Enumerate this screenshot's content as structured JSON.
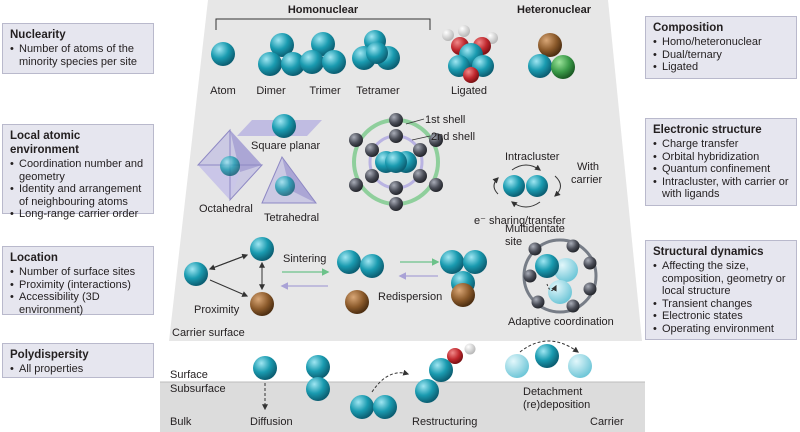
{
  "colors": {
    "atom": "#1a9bb0",
    "atom_light": "#7fd0df",
    "oxygen": "#c0272d",
    "hydrogen": "#d9d9d9",
    "support_brown": "#8b5a2b",
    "dopant_green": "#3a9a48",
    "shell_dark": "#4a4d57",
    "panel_gray": "#e7e7e7",
    "box_fill": "#e6e6ef"
  },
  "left_boxes": [
    {
      "title": "Nuclearity",
      "items": [
        "Number of atoms of the minority species per site"
      ]
    },
    {
      "title": "Local atomic environment",
      "items": [
        "Coordination number and geometry",
        "Identity and arrangement of neighbouring atoms",
        "Long-range carrier order"
      ]
    },
    {
      "title": "Location",
      "items": [
        "Number of surface sites",
        "Proximity (interactions)",
        "Accessibility (3D environment)"
      ]
    },
    {
      "title": "Polydispersity",
      "items": [
        "All properties"
      ]
    }
  ],
  "right_boxes": [
    {
      "title": "Composition",
      "items": [
        "Homo/heteronuclear",
        "Dual/ternary",
        "Ligated"
      ]
    },
    {
      "title": "Electronic structure",
      "items": [
        "Charge transfer",
        "Orbital hybridization",
        "Quantum confinement",
        "Intracluster, with carrier or with ligands"
      ]
    },
    {
      "title": "Structural dynamics",
      "items": [
        "Affecting the size, composition, geometry or local structure",
        "Transient changes",
        "Electronic states",
        "Operating environment"
      ]
    }
  ],
  "labels": {
    "homonuclear": "Homonuclear",
    "heteronuclear": "Heteronuclear",
    "atom": "Atom",
    "dimer": "Dimer",
    "trimer": "Trimer",
    "tetramer": "Tetramer",
    "ligated": "Ligated",
    "square_planar": "Square planar",
    "octahedral": "Octahedral",
    "tetrahedral": "Tetrahedral",
    "first_shell": "1st shell",
    "second_shell": "2nd shell",
    "intracluster": "Intracluster",
    "with_carrier_1": "With",
    "with_carrier_2": "carrier",
    "e_sharing": "e⁻ sharing/transfer",
    "sintering": "Sintering",
    "redispersion": "Redispersion",
    "proximity": "Proximity",
    "carrier_surface": "Carrier surface",
    "multidentate_1": "Multidentate",
    "multidentate_2": "site",
    "adaptive_coordination": "Adaptive coordination",
    "surface": "Surface",
    "subsurface": "Subsurface",
    "bulk": "Bulk",
    "diffusion": "Diffusion",
    "restructuring": "Restructuring",
    "detachment": "Detachment",
    "redeposition": "(re)deposition",
    "carrier": "Carrier"
  }
}
